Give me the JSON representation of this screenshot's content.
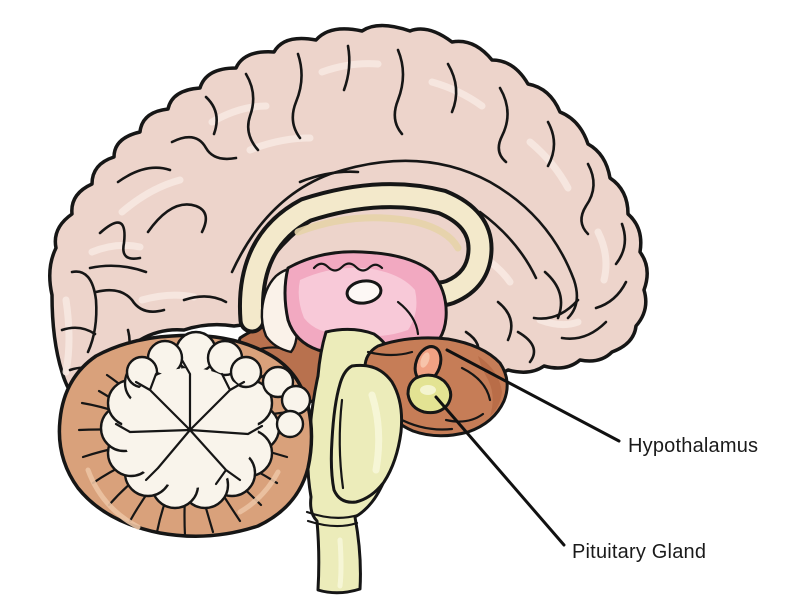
{
  "figure": {
    "kind": "anatomical-diagram",
    "regions": [
      "cerebrum",
      "corpus-callosum",
      "thalamus",
      "hypothalamus",
      "pituitary-gland",
      "brainstem",
      "pons",
      "spinal-cord",
      "cerebellum",
      "arbor-vitae",
      "temporal-lobe"
    ]
  },
  "labels": {
    "hypothalamus": "Hypothalamus",
    "pituitary": "Pituitary Gland"
  },
  "colors": {
    "background": "#ffffff",
    "outline": "#161616",
    "cerebrum": "#EDD4CB",
    "cerebrum_highlight": "#F8E9E2",
    "corpus_callosum": "#F3E9CB",
    "corpus_callosum_shade": "#E5D3A9",
    "septal_area": "#FAF2E9",
    "thalamus": "#F2A9C1",
    "thalamus_light": "#F8C9D8",
    "ventricle_white": "#FDF8F5",
    "midbrain_brown": "#B8714E",
    "temporal_brown": "#C67D57",
    "temporal_shade": "#AE613C",
    "brainstem": "#ECECBA",
    "brainstem_highlight": "#F7F7D9",
    "pituitary_gland": "#E3E393",
    "infundibulum": "#F0A183",
    "infundibulum_light": "#F7C4AA",
    "cerebellum_cortex": "#D9A17B",
    "cerebellum_cortex_light": "#EBC3A3",
    "arbor_vitae": "#F9F4EB",
    "label_text": "#1A1A1A"
  }
}
